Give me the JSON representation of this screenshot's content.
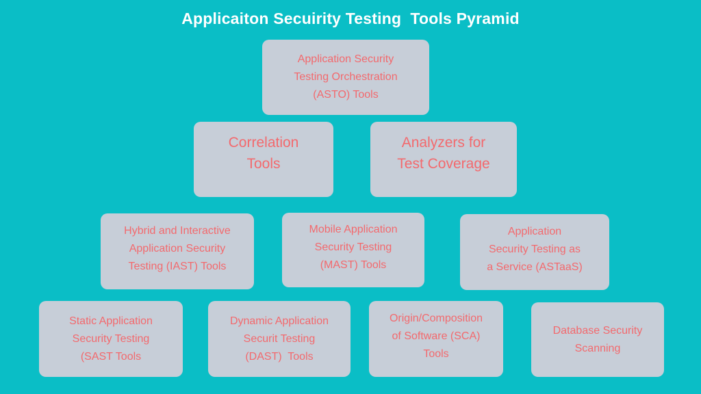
{
  "title": "Applicaiton Secuirity Testing  Tools Pyramid",
  "colors": {
    "background": "#0abec6",
    "box_fill": "#c7ced8",
    "box_text": "#f3696d",
    "title_text": "#ffffff"
  },
  "pyramid": {
    "row1": [
      {
        "label": "Application Security\nTesting Orchestration\n(ASTO) Tools"
      }
    ],
    "row2": [
      {
        "label": "Correlation\nTools"
      },
      {
        "label": "Analyzers for\nTest Coverage"
      }
    ],
    "row3": [
      {
        "label": "Hybrid and Interactive\nApplication Security\nTesting (IAST) Tools"
      },
      {
        "label": "Mobile Application\nSecurity Testing\n(MAST) Tools"
      },
      {
        "label": "Application\nSecurity Testing as\na Service (ASTaaS)"
      }
    ],
    "row4": [
      {
        "label": "Static Application\nSecurity Testing\n(SAST Tools"
      },
      {
        "label": "Dynamic Application\nSecurit Testing\n(DAST)  Tools"
      },
      {
        "label": "Origin/Composition\nof Software (SCA)\nTools"
      },
      {
        "label": "Database Security\nScanning"
      }
    ]
  }
}
